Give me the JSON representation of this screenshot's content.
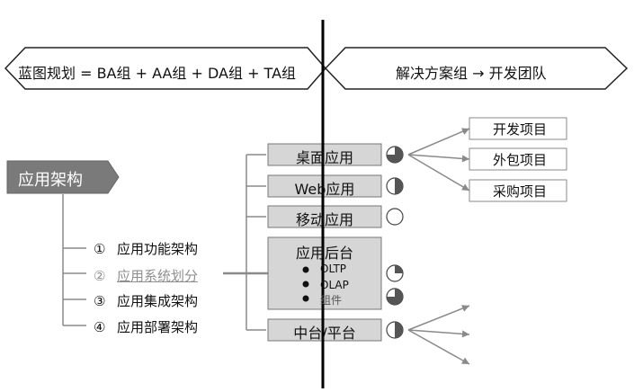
{
  "header": {
    "left_text": "蓝图规划 = BA组 + AA组 + DA组 + TA组",
    "right_text": "解决方案组 → 开发团队"
  },
  "root": {
    "label": "应用架构"
  },
  "items": [
    {
      "num": "①",
      "text": "应用功能架构",
      "highlighted": false
    },
    {
      "num": "②",
      "text": "应用系统划分",
      "highlighted": true
    },
    {
      "num": "③",
      "text": "应用集成架构",
      "highlighted": false
    },
    {
      "num": "④",
      "text": "应用部署架构",
      "highlighted": false
    }
  ],
  "apps": [
    {
      "label": "桌面应用",
      "coverage_fraction": 0.75
    },
    {
      "label": "Web应用",
      "coverage_fraction": 0.5
    },
    {
      "label": "移动应用",
      "coverage_fraction": 0
    },
    {
      "label": "应用后台",
      "sub_items": [
        {
          "text": "OLTP",
          "coverage_fraction": 0.25
        },
        {
          "text": "OLAP",
          "coverage_fraction": 0
        },
        {
          "text": "组件",
          "coverage_fraction": 0.75
        }
      ]
    },
    {
      "label": "中台/平台",
      "coverage_fraction": 0.5
    }
  ],
  "projects": [
    "开发项目",
    "外包项目",
    "采购项目"
  ],
  "colors": {
    "box_fill": "#d6d6d6",
    "root_fill": "#7a7a7a",
    "line": "#8a8a8a",
    "divider": "#000000",
    "pie_fill": "#555555"
  }
}
